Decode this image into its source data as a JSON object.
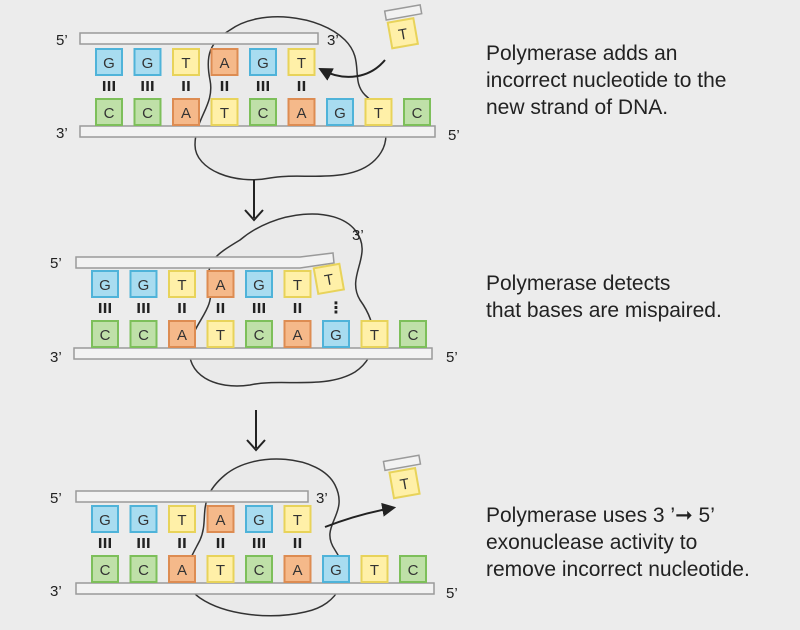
{
  "colors": {
    "background": "#ececec",
    "G": {
      "fill": "#a8dcf0",
      "stroke": "#4fb3d9"
    },
    "T": {
      "fill": "#fff0a8",
      "stroke": "#e8d35a"
    },
    "A": {
      "fill": "#f5b98a",
      "stroke": "#dd8c52"
    },
    "C": {
      "fill": "#bfe0a8",
      "stroke": "#7dbf5a"
    },
    "backbone": {
      "fill": "#f2f2f2",
      "stroke": "#9a9a9a"
    },
    "polymerase": {
      "fill": "#eaeaea",
      "stroke": "#333333"
    }
  },
  "panels": [
    {
      "labels": {
        "top_left": "5’",
        "top_right": "3’",
        "bottom_left": "3’",
        "bottom_right": "5’"
      },
      "top_bases": [
        "G",
        "G",
        "T",
        "A",
        "G",
        "T"
      ],
      "bonds": [
        "III",
        "III",
        "II",
        "II",
        "III",
        "II"
      ],
      "bottom_bases": [
        "C",
        "C",
        "A",
        "T",
        "C",
        "A",
        "G",
        "T",
        "C"
      ],
      "free_nucleotide": "T",
      "caption": [
        "Polymerase adds an",
        "incorrect nucleotide to the",
        "new strand of DNA."
      ]
    },
    {
      "labels": {
        "top_left": "5’",
        "top_right": "3’",
        "bottom_left": "3’",
        "bottom_right": "5’"
      },
      "top_bases": [
        "G",
        "G",
        "T",
        "A",
        "G",
        "T"
      ],
      "bonds": [
        "III",
        "III",
        "II",
        "II",
        "III",
        "II",
        "⋮"
      ],
      "bottom_bases": [
        "C",
        "C",
        "A",
        "T",
        "C",
        "A",
        "G",
        "T",
        "C"
      ],
      "mispaired_base": "T",
      "caption": [
        "Polymerase detects",
        "that bases are mispaired."
      ]
    },
    {
      "labels": {
        "top_left": "5’",
        "top_right": "3’",
        "bottom_left": "3’",
        "bottom_right": "5’"
      },
      "top_bases": [
        "G",
        "G",
        "T",
        "A",
        "G",
        "T"
      ],
      "bonds": [
        "III",
        "III",
        "II",
        "II",
        "III",
        "II"
      ],
      "bottom_bases": [
        "C",
        "C",
        "A",
        "T",
        "C",
        "A",
        "G",
        "T",
        "C"
      ],
      "free_nucleotide": "T",
      "caption": [
        "Polymerase uses 3 ’➞ 5’",
        "exonuclease activity to",
        "remove incorrect nucleotide."
      ]
    }
  ]
}
